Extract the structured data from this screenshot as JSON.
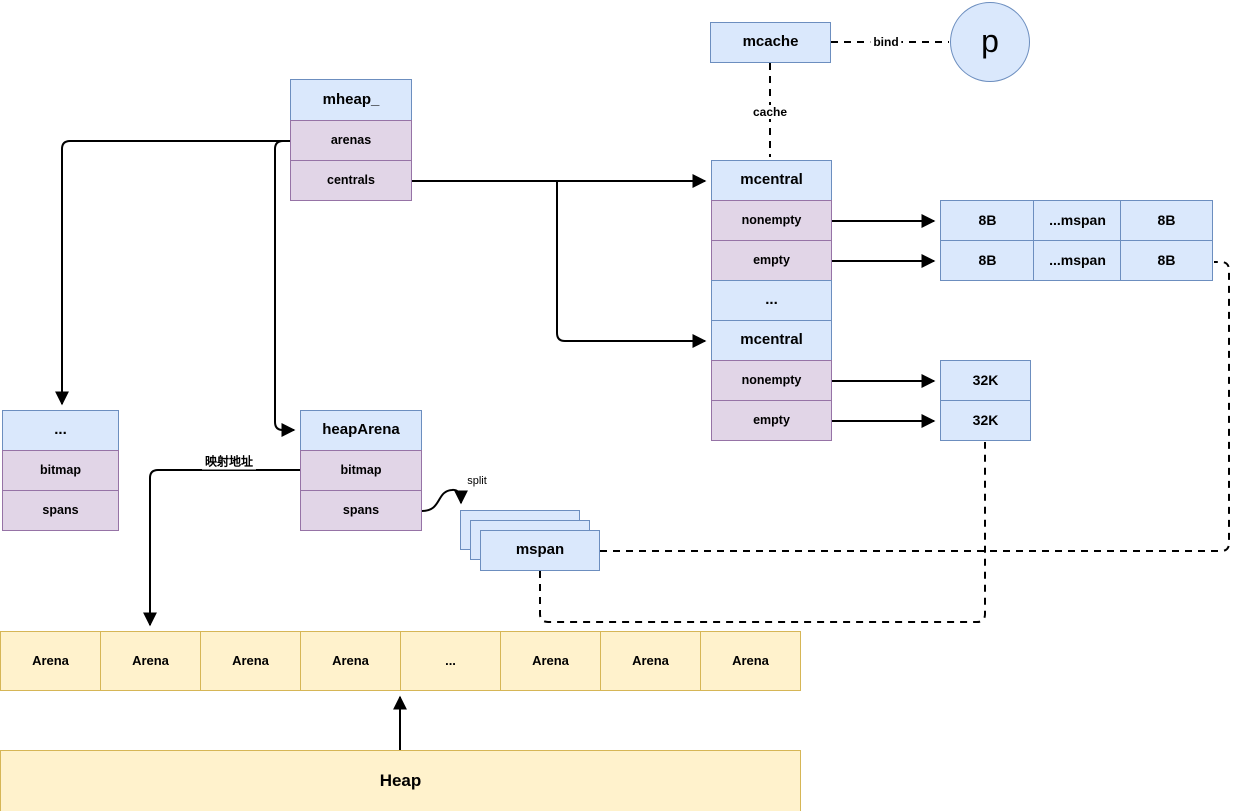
{
  "colors": {
    "blue_fill": "#dae8fc",
    "blue_stroke": "#6c8ebf",
    "purple_fill": "#e1d5e7",
    "purple_stroke": "#9673a6",
    "yellow_fill": "#fff2cc",
    "yellow_stroke": "#d6b656",
    "line": "#000000"
  },
  "nodes": {
    "mcache": {
      "label": "mcache"
    },
    "p": {
      "label": "p"
    },
    "mheap": {
      "header": "mheap_",
      "rows": [
        "arenas",
        "centrals"
      ]
    },
    "mcentral_stack": {
      "rows": [
        "mcentral",
        "nonempty",
        "empty",
        "...",
        "mcentral",
        "nonempty",
        "empty"
      ]
    },
    "span_table": {
      "rows": [
        [
          "8B",
          "...mspan",
          "8B"
        ],
        [
          "8B",
          "...mspan",
          "8B"
        ]
      ]
    },
    "large_spans": [
      "32K",
      "32K"
    ],
    "dots_box": {
      "header": "...",
      "rows": [
        "bitmap",
        "spans"
      ]
    },
    "heap_arena": {
      "header": "heapArena",
      "rows": [
        "bitmap",
        "spans"
      ]
    },
    "mspan": {
      "label": "mspan"
    },
    "arena_row": {
      "cells": [
        "Arena",
        "Arena",
        "Arena",
        "Arena",
        "...",
        "Arena",
        "Arena",
        "Arena"
      ]
    },
    "heap": {
      "label": "Heap"
    }
  },
  "edge_labels": {
    "bind": "bind",
    "cache": "cache",
    "split": "split",
    "map_address": "映射地址"
  }
}
